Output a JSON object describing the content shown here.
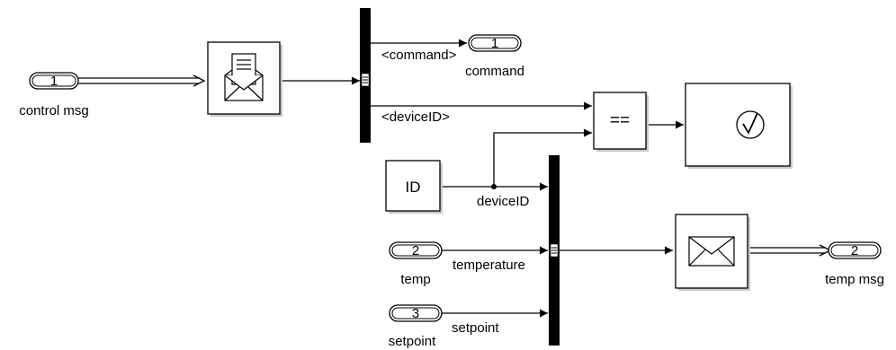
{
  "inports": [
    {
      "number": "1",
      "name": "control msg"
    },
    {
      "number": "2",
      "name": "temp"
    },
    {
      "number": "3",
      "name": "setpoint"
    }
  ],
  "outports": [
    {
      "number": "1",
      "name": "command"
    },
    {
      "number": "2",
      "name": "temp msg"
    }
  ],
  "constant_block": {
    "value": "ID"
  },
  "relational_operator": {
    "operator": "=="
  },
  "bus_selector_signals": [
    "<command>",
    "<deviceID>"
  ],
  "bus_creator_signals": [
    "deviceID",
    "temperature",
    "setpoint"
  ],
  "receive_block": {
    "icon": "envelope-open-icon"
  },
  "send_block": {
    "icon": "envelope-icon"
  },
  "assertion_block": {
    "icon": "checkmark-circle-icon"
  }
}
